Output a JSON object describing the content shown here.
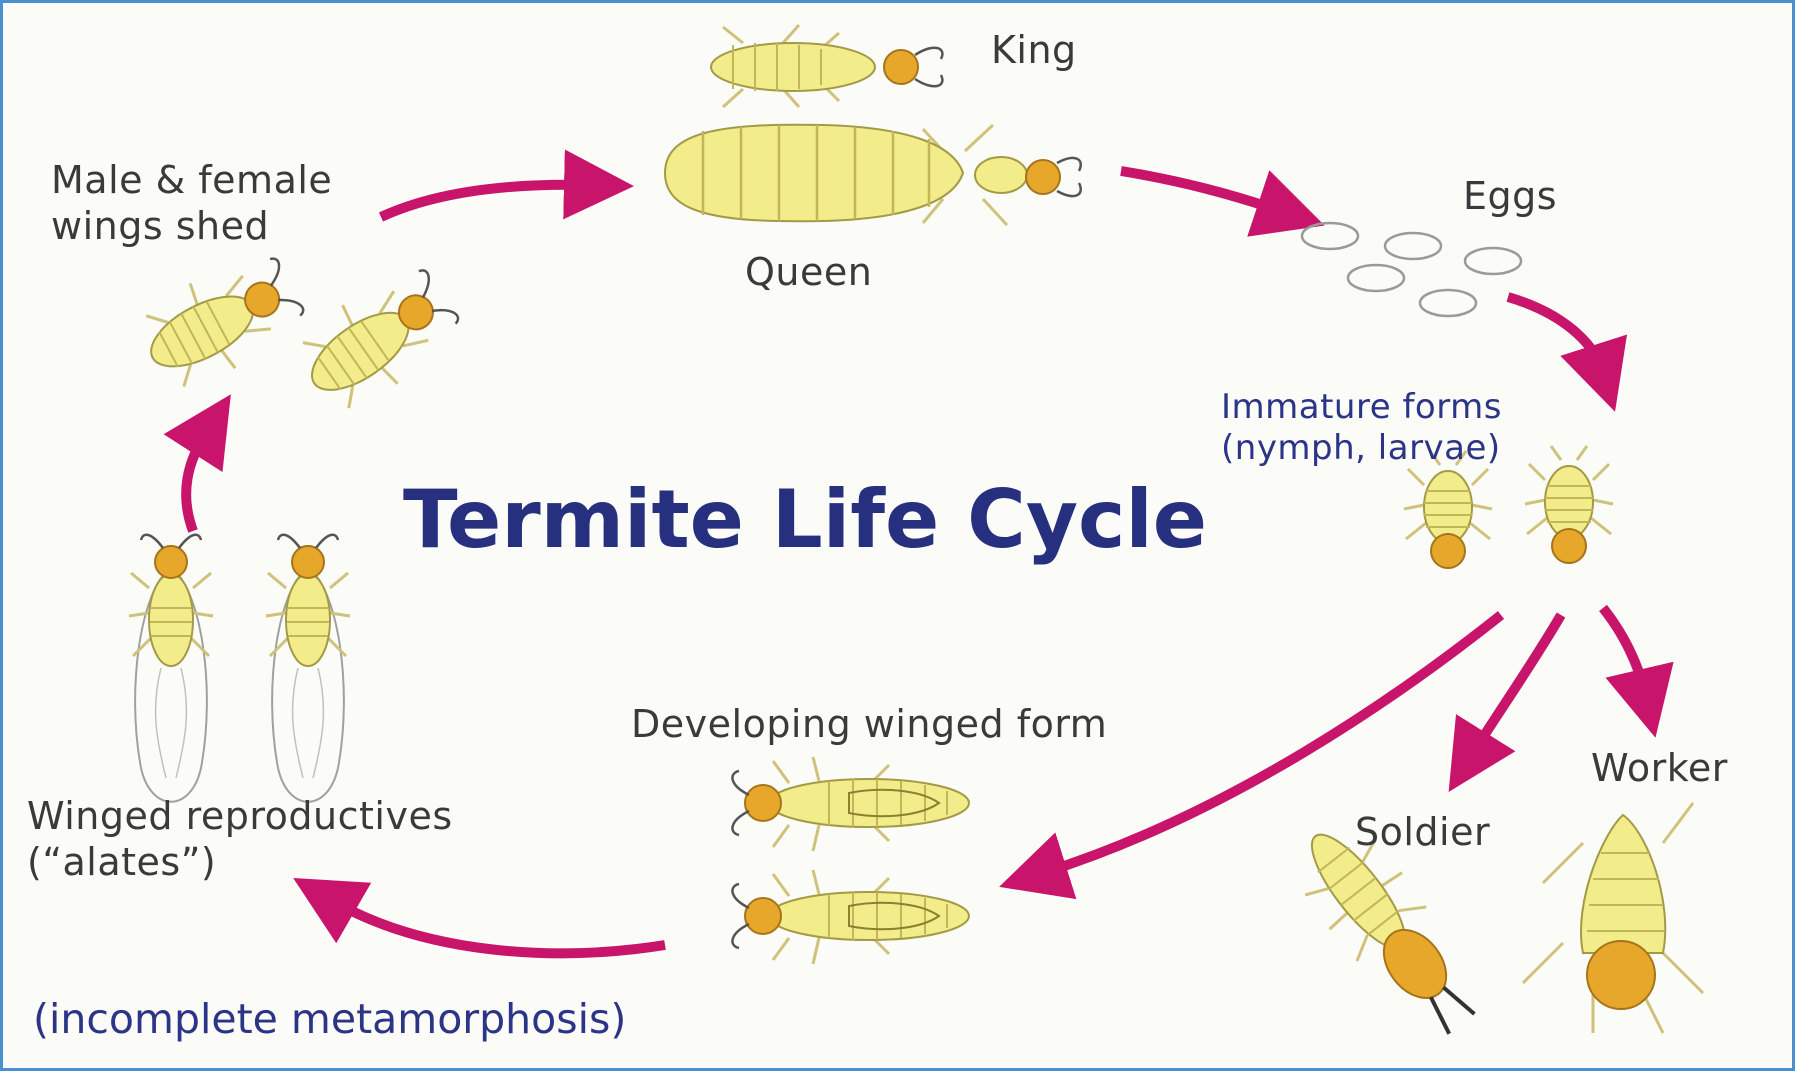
{
  "title": "Termite Life Cycle",
  "subtitle": "(incomplete metamorphosis)",
  "stages": {
    "king": "King",
    "queen": "Queen",
    "eggs": "Eggs",
    "immature_line1": "Immature forms",
    "immature_line2": "(nymph, larvae)",
    "worker": "Worker",
    "soldier": "Soldier",
    "developing": "Developing winged form",
    "alates_line1": "Winged reproductives",
    "alates_line2": "(“alates”)",
    "wings_shed_line1": "Male & female",
    "wings_shed_line2": "wings shed"
  },
  "colors": {
    "arrow": "#c8146a",
    "termite_body": "#f2ec8a",
    "termite_head": "#e6a72a",
    "title": "#26307f",
    "border": "#4a8fcf"
  }
}
